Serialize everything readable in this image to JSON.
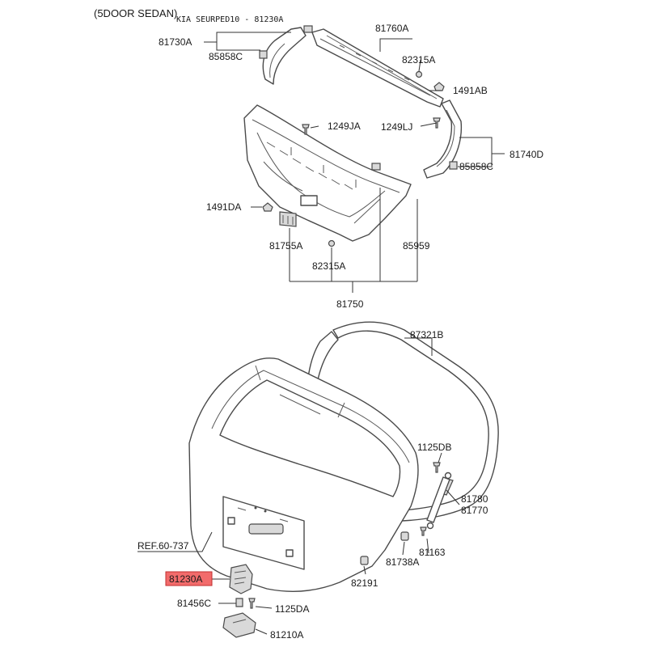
{
  "header": {
    "variant": "(5DOOR SEDAN)",
    "subtitle": "KIA SEURPED10 - 81230A"
  },
  "highlight": {
    "part_number": "81230A",
    "color": "#f26b6b"
  },
  "labels": {
    "p81730A": "81730A",
    "p85858C_top": "85858C",
    "p81760A": "81760A",
    "p82315A_top": "82315A",
    "p1491AB": "1491AB",
    "p1249JA": "1249JA",
    "p1249LJ": "1249LJ",
    "p81740D": "81740D",
    "p85858C_right": "85858C",
    "p1491DA": "1491DA",
    "p81755A": "81755A",
    "p82315A_mid": "82315A",
    "p85959": "85959",
    "p81750": "81750",
    "p87321B": "87321B",
    "p1125DB": "1125DB",
    "p81780": "81780",
    "p81770": "81770",
    "p81163": "81163",
    "p81738A": "81738A",
    "pREF": "REF.60-737",
    "p82191": "82191",
    "p81230A": "81230A",
    "p81456C": "81456C",
    "p1125DA": "1125DA",
    "p81210A": "81210A"
  }
}
